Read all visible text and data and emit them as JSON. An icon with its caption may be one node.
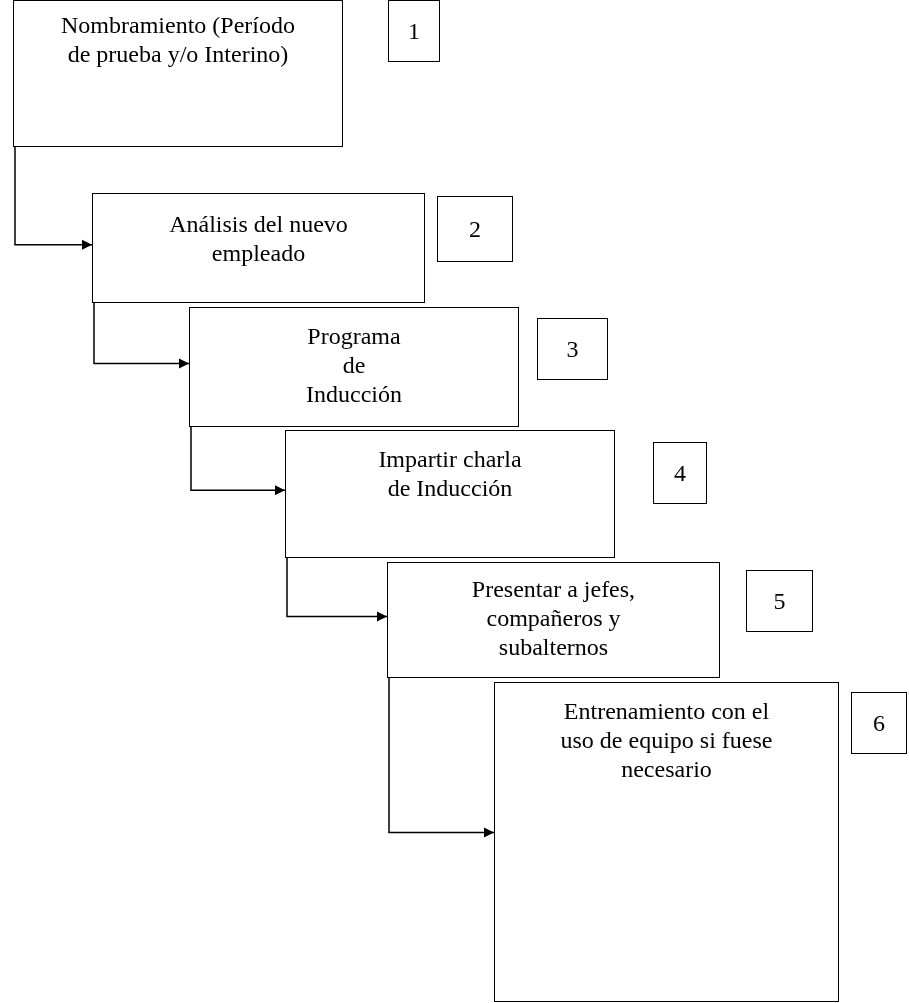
{
  "diagram": {
    "nodes": [
      {
        "text": [
          "Nombramiento (Período de prueba y/o Interino)"
        ]
      },
      {
        "text": [
          "1"
        ]
      },
      {
        "text": [
          "Análisis del nuevo empleado"
        ]
      },
      {
        "text": [
          "2"
        ]
      },
      {
        "text": [
          "Programa de Inducción"
        ]
      },
      {
        "text": [
          "3"
        ]
      },
      {
        "text": [
          "Impartir charla de Inducción"
        ]
      },
      {
        "text": [
          "4"
        ]
      },
      {
        "text": [
          "Presentar a jefes, compañeros y subalternos"
        ]
      },
      {
        "text": [
          "5"
        ]
      },
      {
        "text": [
          "Entrenamiento con el uso de equipo si fuese necesario"
        ]
      },
      {
        "text": [
          "6"
        ]
      }
    ],
    "edges": [
      {
        "from": 0,
        "to": 2,
        "arrow": "to"
      },
      {
        "from": 2,
        "to": 4,
        "arrow": "to"
      },
      {
        "from": 4,
        "to": 6,
        "arrow": "to"
      },
      {
        "from": 6,
        "to": 8,
        "arrow": "to"
      },
      {
        "from": 8,
        "to": 10,
        "arrow": "to"
      }
    ]
  }
}
